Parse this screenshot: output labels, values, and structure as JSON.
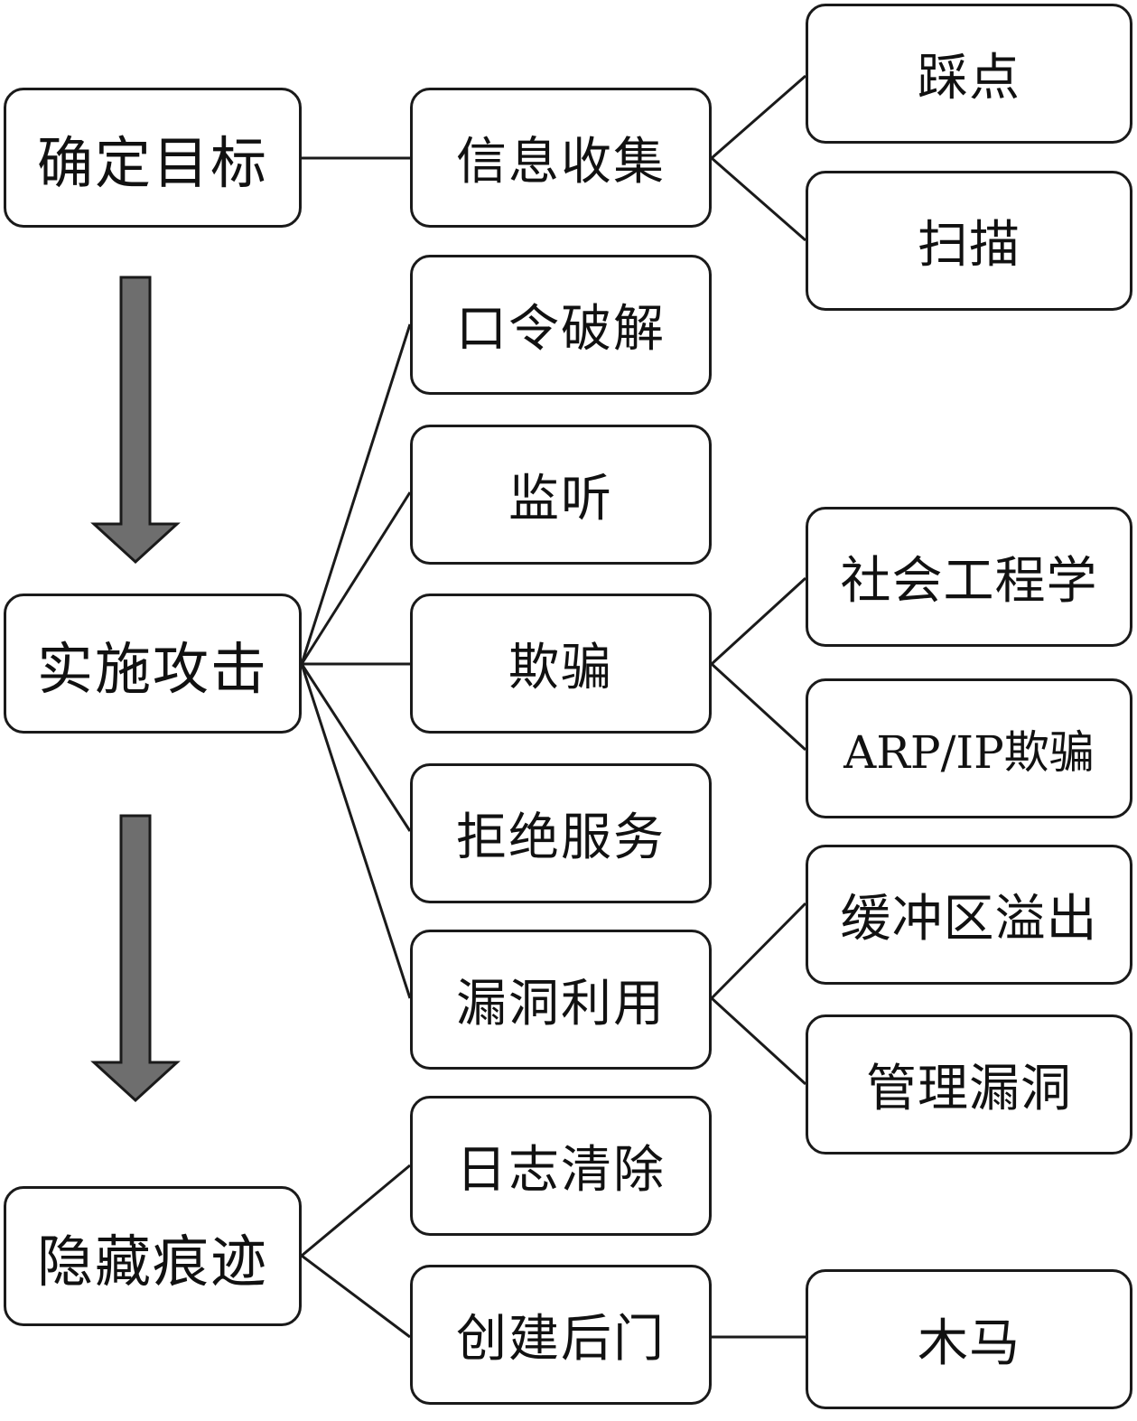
{
  "stages": [
    "确定目标",
    "实施攻击",
    "隐藏痕迹"
  ],
  "methods": [
    "信息收集",
    "口令破解",
    "监听",
    "欺骗",
    "拒绝服务",
    "漏洞利用",
    "日志清除",
    "创建后门"
  ],
  "details": [
    "踩点",
    "扫描",
    "社会工程学",
    "ARP/IP欺骗",
    "缓冲区溢出",
    "管理漏洞",
    "木马"
  ],
  "colors": {
    "arrow_fill": "#6e6e6e",
    "stroke": "#1a1a1a"
  }
}
